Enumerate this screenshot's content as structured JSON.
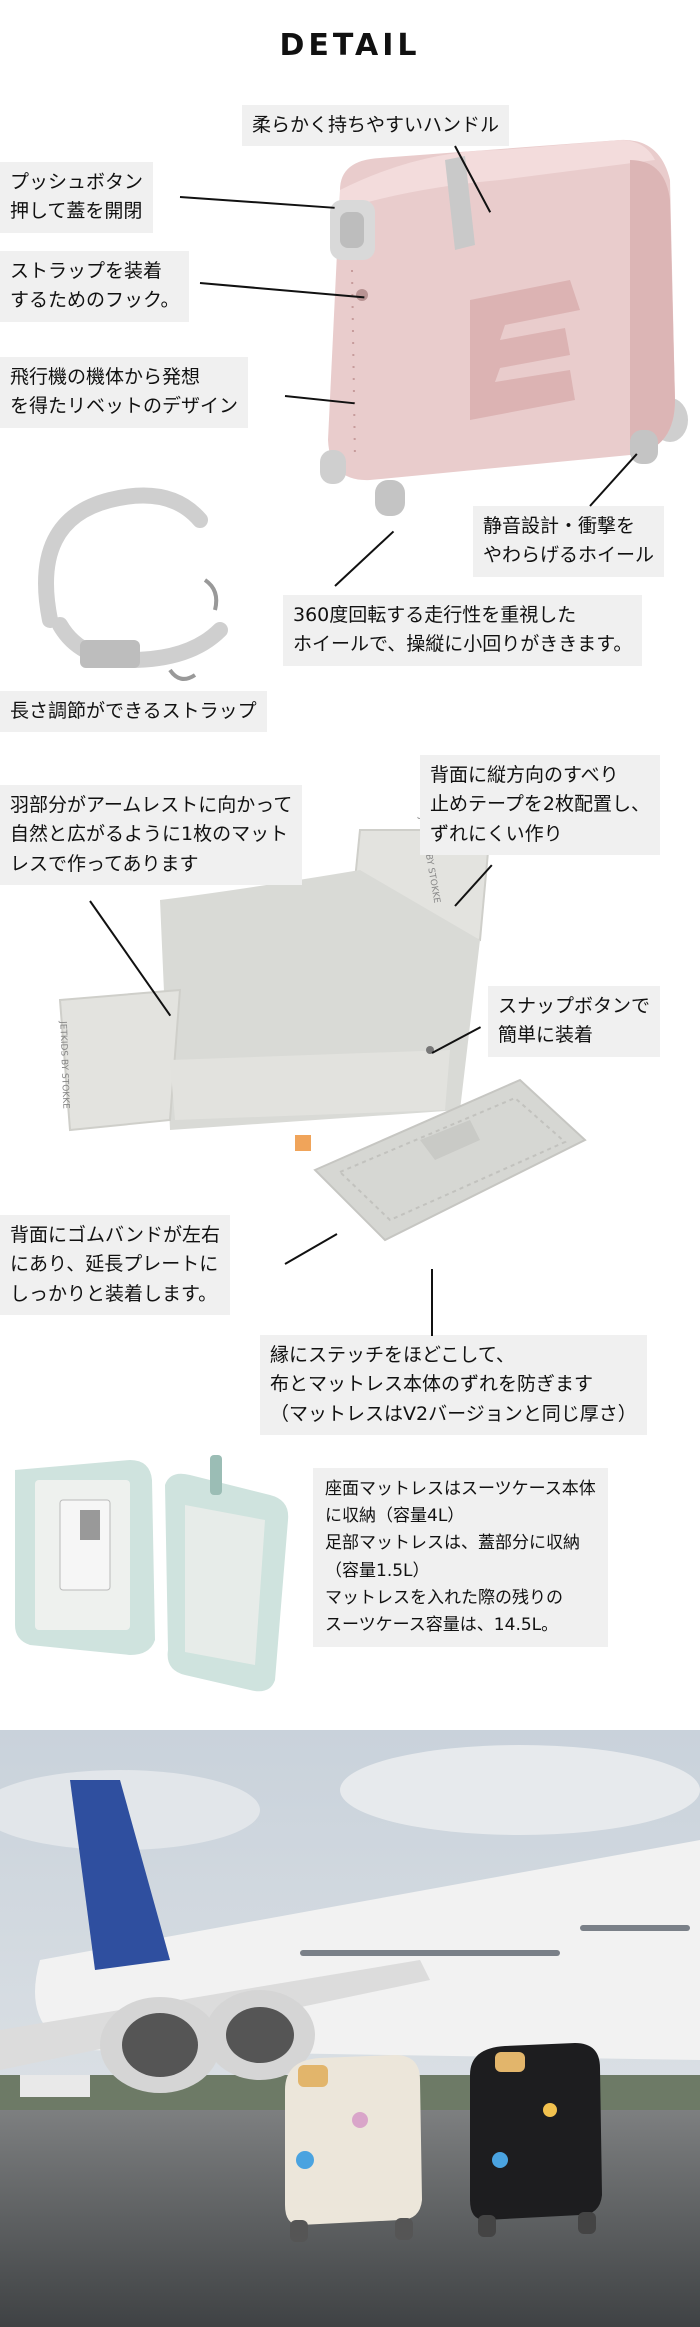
{
  "heading": "DETAIL",
  "section1": {
    "handle_label": "柔らかく持ちやすいハンドル",
    "push_button_label": [
      "プッシュボタン",
      "押して蓋を開閉"
    ],
    "hook_label": [
      "ストラップを装着",
      "するためのフック。"
    ],
    "rivet_label": [
      "飛行機の機体から発想",
      "を得たリベットのデザイン"
    ],
    "wheel_label": [
      "静音設計・衝撃を",
      "やわらげるホイール"
    ],
    "rotation_label": [
      "360度回転する走行性を重視した",
      "ホイールで、操縦に小回りがききます。"
    ],
    "strap_label": "長さ調節ができるストラップ"
  },
  "section2": {
    "wing_label": [
      "羽部分がアームレストに向かって",
      "自然と広がるように1枚のマット",
      "レスで作ってあります"
    ],
    "back_tape_label": [
      "背面に縦方向のすべり",
      "止めテープを2枚配置し、",
      "ずれにくい作り"
    ],
    "snap_label": [
      "スナップボタンで",
      "簡単に装着"
    ],
    "rubber_band_label": [
      "背面にゴムバンドが左右",
      "にあり、延長プレートに",
      "しっかりと装着します。"
    ],
    "stitch_label": [
      "縁にステッチをほどこして、",
      "布とマットレス本体のずれを防ぎます",
      "（マットレスはV2バージョンと同じ厚さ）"
    ],
    "mattress_brand_left": "JETKIDS BY STOKKE",
    "mattress_brand_right": "JETKIDS BY STOKKE"
  },
  "section3": {
    "storage_label": [
      "座面マットレスはスーツケース本体",
      "に収納（容量4L）",
      "足部マットレスは、蓋部分に収納",
      "（容量1.5L）",
      "マットレスを入れた際の残りの",
      "スーツケース容量は、14.5L。"
    ]
  },
  "colors": {
    "label_bg": "#f0f0f0",
    "suitcase_pink": "#e9cccc",
    "mattress_gray": "#d9dad6",
    "mint": "#cfe3de",
    "sky": "#d7dde3",
    "tarmac": "#4c4f52"
  }
}
